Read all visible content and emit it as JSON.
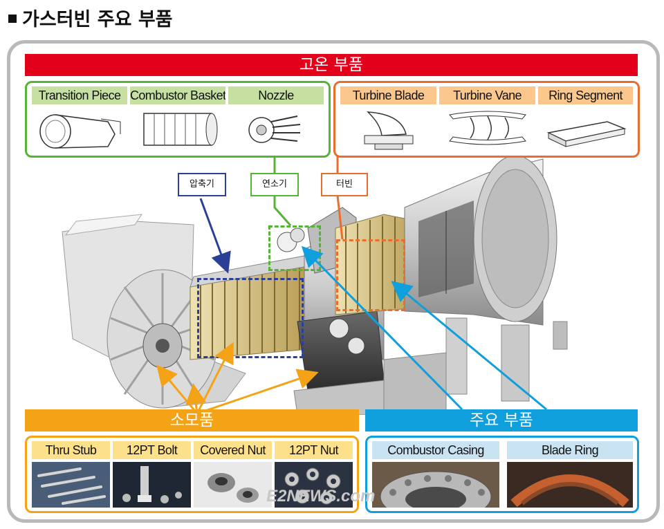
{
  "title": "가스터빈 주요 부품",
  "colors": {
    "hot": "#e3001b",
    "green": "#55b436",
    "green_label": "#c5e0a1",
    "orange": "#e96d2c",
    "orange_label": "#fbc78c",
    "consumable": "#f4a316",
    "consumable_label": "#fde08a",
    "main": "#0f9fdc",
    "main_label": "#c9e3f3",
    "compressor": "#2c3f97"
  },
  "sections": {
    "hot": {
      "title": "고온 부품",
      "combustion_parts": [
        "Transition Piece",
        "Combustor Basket",
        "Nozzle"
      ],
      "turbine_parts": [
        "Turbine Blade",
        "Turbine Vane",
        "Ring Segment"
      ]
    },
    "consumable": {
      "title": "소모품",
      "parts": [
        "Thru Stub",
        "12PT Bolt",
        "Covered Nut",
        "12PT Nut"
      ]
    },
    "main": {
      "title": "주요 부품",
      "parts": [
        "Combustor Casing",
        "Blade Ring"
      ]
    }
  },
  "callouts": {
    "compressor": "압축기",
    "combustor": "연소기",
    "turbine": "터빈"
  },
  "watermark": "E2NEWS.com"
}
